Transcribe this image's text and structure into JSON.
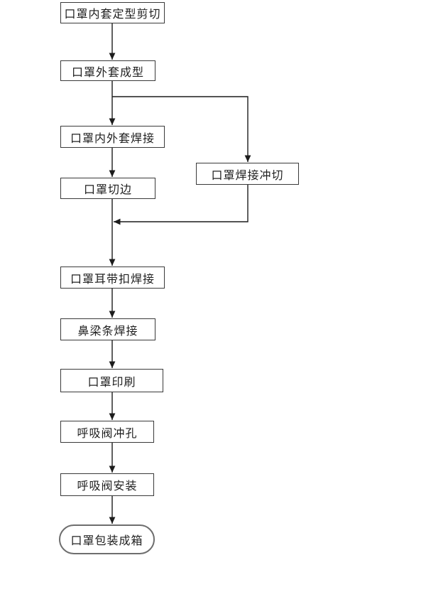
{
  "flowchart": {
    "direction": "top-down",
    "nodes": [
      {
        "id": "inner-shaping-cut",
        "label": "口罩内套定型剪切",
        "shape": "rect"
      },
      {
        "id": "outer-forming",
        "label": "口罩外套成型",
        "shape": "rect"
      },
      {
        "id": "inner-outer-welding",
        "label": "口罩内外套焊接",
        "shape": "rect"
      },
      {
        "id": "edge-cutting",
        "label": "口罩切边",
        "shape": "rect"
      },
      {
        "id": "welding-punch-cut",
        "label": "口罩焊接冲切",
        "shape": "rect"
      },
      {
        "id": "ear-strap-buckle-welding",
        "label": "口罩耳带扣焊接",
        "shape": "rect"
      },
      {
        "id": "nose-bridge-welding",
        "label": "鼻梁条焊接",
        "shape": "rect"
      },
      {
        "id": "mask-printing",
        "label": "口罩印刷",
        "shape": "rect"
      },
      {
        "id": "valve-punching",
        "label": "呼吸阀冲孔",
        "shape": "rect"
      },
      {
        "id": "valve-installation",
        "label": "呼吸阀安装",
        "shape": "rect"
      },
      {
        "id": "packing-boxing",
        "label": "口罩包装成箱",
        "shape": "stadium"
      }
    ],
    "edges": [
      {
        "from": "inner-shaping-cut",
        "to": "outer-forming"
      },
      {
        "from": "outer-forming",
        "to": "inner-outer-welding"
      },
      {
        "from": "outer-forming",
        "to": "welding-punch-cut"
      },
      {
        "from": "inner-outer-welding",
        "to": "edge-cutting"
      },
      {
        "from": "welding-punch-cut",
        "to": "ear-strap-buckle-welding"
      },
      {
        "from": "edge-cutting",
        "to": "ear-strap-buckle-welding"
      },
      {
        "from": "ear-strap-buckle-welding",
        "to": "nose-bridge-welding"
      },
      {
        "from": "nose-bridge-welding",
        "to": "mask-printing"
      },
      {
        "from": "mask-printing",
        "to": "valve-punching"
      },
      {
        "from": "valve-punching",
        "to": "valve-installation"
      },
      {
        "from": "valve-installation",
        "to": "packing-boxing"
      }
    ],
    "colors": {
      "background": "#ffffff",
      "box_border": "#3a3a3a",
      "terminator_border": "#6e6e6e",
      "connector": "#1c1c1c",
      "text": "#1f1f1f"
    }
  }
}
